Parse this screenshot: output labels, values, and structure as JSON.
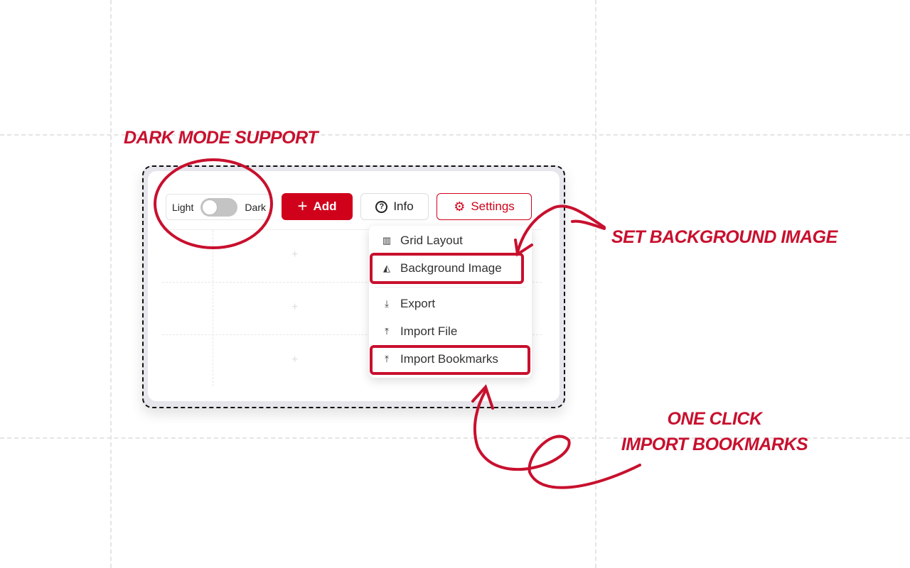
{
  "toolbar": {
    "light_label": "Light",
    "dark_label": "Dark",
    "add_label": "Add",
    "info_label": "Info",
    "settings_label": "Settings"
  },
  "settings_menu": {
    "items": [
      {
        "label": "Grid Layout",
        "icon": "layout-icon"
      },
      {
        "label": "Background Image",
        "icon": "paint-bucket-icon"
      },
      {
        "label": "Export",
        "icon": "download-icon"
      },
      {
        "label": "Import File",
        "icon": "upload-icon"
      },
      {
        "label": "Import Bookmarks",
        "icon": "upload-icon"
      }
    ]
  },
  "annotations": {
    "dark_mode": "Dark mode support",
    "background": "Set background image",
    "bookmarks_line1": "One click",
    "bookmarks_line2": "Import bookmarks"
  },
  "colors": {
    "accent": "#d0021b"
  }
}
